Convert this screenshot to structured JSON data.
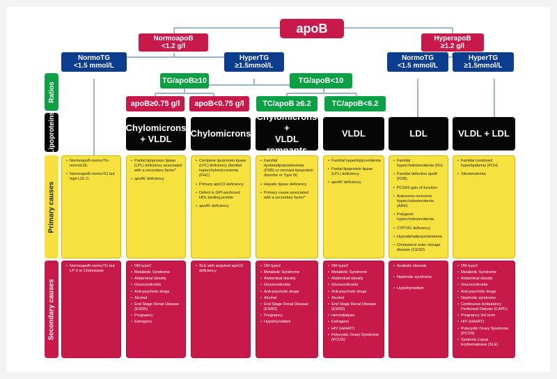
{
  "root": {
    "label": "apoB"
  },
  "level1": {
    "normo": {
      "line1": "NormoapoB",
      "line2": "<1.2 g/l"
    },
    "hyper": {
      "line1": "HyperapoB",
      "line2": "≥1.2 g/l"
    }
  },
  "level2": {
    "normo_normotg": {
      "line1": "NormoTG",
      "line2": "<1.5 mmol/L"
    },
    "normo_hypertg": {
      "line1": "HyperTG",
      "line2": "≥1.5mmol/L"
    },
    "hyper_normotg": {
      "line1": "NormoTG",
      "line2": "<1.5 mmol/L"
    },
    "hyper_hypertg": {
      "line1": "HyperTG",
      "line2": "≥1.5mmol/L"
    }
  },
  "ratios": {
    "tg_apob_ge10": "TG/apoB≥10",
    "tg_apob_lt10": "TG/apoB<10",
    "apob_ge075": "apoB≥0.75 g/l",
    "apob_lt075": "apoB<0.75 g/l",
    "tc_apob_ge62": "TC/apoB ≥6.2",
    "tc_apob_lt62": "TC/apoB<6.2"
  },
  "side_labels": {
    "ratios": "Ratios",
    "lipoproteins": "Lipoproteins",
    "primary": "Primary causes",
    "secondary": "Secondary causes"
  },
  "lipoproteins": [
    {
      "line1": "",
      "line2": ""
    },
    {
      "line1": "Chylomicrons",
      "line2": "+ VLDL"
    },
    {
      "line1": "Chylomicrons",
      "line2": ""
    },
    {
      "line1": "Chylomicrons +",
      "line2": "VLDL remnants"
    },
    {
      "line1": "VLDL",
      "line2": ""
    },
    {
      "line1": "LDL",
      "line2": ""
    },
    {
      "line1": "VLDL + LDL",
      "line2": ""
    }
  ],
  "primary_causes": [
    [
      "NormoapoB-normoTG-normoLDL",
      "NormoapoB-normoTG but high LDL C"
    ],
    [
      "Partial lipoprotein lipase (LPL) deficiency associated with a secondary factor*",
      "apoAV deficiency"
    ],
    [
      "Complete lipoprotein lipase (LPL) deficiency (familial hyperchylomicronemia (FHC)",
      "Primary apoCII deficiency",
      "Defect in GPI-anchored HDL binding protein",
      "apoAV deficiency"
    ],
    [
      "Familial dysbetalipoproteinemia (FDB) or remnant lipoprotein disorder or Type III)",
      "Hepatic lipase deficiency",
      "Primary cause associated with a secondary factor*"
    ],
    [
      "Familial hypertriglyceridemia",
      "Partial lipoprotein lipase (LPL) deficiency",
      "apoAV deficiency"
    ],
    [
      "Familial hypercholesterolemia (FH)",
      "Familial defective apoB (FDB)",
      "PCSK9 gain of function",
      "Autosoma recessive hypercholesterolemia (ARH)",
      "Polygenic hypercholesterolemia",
      "CYP7A1 deficiency",
      "Hypoalphalipoproteinemia",
      "Cholesterol ester storage disease (CESD)"
    ],
    [
      "Familial combined hyperlipidemia (FCH)",
      "Sitosterolemia"
    ]
  ],
  "secondary_causes": [
    [
      "NormoapoB-normoTG but LP-X in Cholestasis"
    ],
    [
      "DM type2",
      "Metabolic Syndrome",
      "Abdominal obesity",
      "Glucocorticoids",
      "Anti-psychotic drugs",
      "Alcohol",
      "End Stage Renal Disease (ESRD)",
      "Pregnancy",
      "Estrogens"
    ],
    [
      "SLE with acquired apoCII deficiency"
    ],
    [
      "DM type2",
      "Metabolic Syndrome",
      "Abdominal obesity",
      "Glucocorticoids",
      "Anti-psychotic drugs",
      "Alcohol",
      "End Stage Renal Disease (ESRD)",
      "Pregnancy",
      "Hypothyroidism"
    ],
    [
      "DM type2",
      "Metabolic Syndrome",
      "Abdominal obesity",
      "Glucocorticoids",
      "Anti-psychotic drugs",
      "Alcohol",
      "End Stage Renal Disease (ESRD)",
      "Hemodialysis",
      "Estrogens",
      "HIV (HAART)",
      "Polycystic Ovary Syndrome (PCOS)"
    ],
    [
      "Anabolic steroids",
      "Nephrotic syndrome",
      "Hypothyroidism"
    ],
    [
      "DM type2",
      "Metabolic Syndrome",
      "Abdominal obesity",
      "Glucocorticoids",
      "Anti-psychotic drugs",
      "Nephrotic syndrome",
      "Continuous Ambulatory Peritoneal Dialysis (CAPD)",
      "Pregnancy 3rd term",
      "HIV (HAART)",
      "Polycystic Ovary Syndrome (PCOS)",
      "Systemic Lupus Erythematosus (SLE)"
    ]
  ]
}
